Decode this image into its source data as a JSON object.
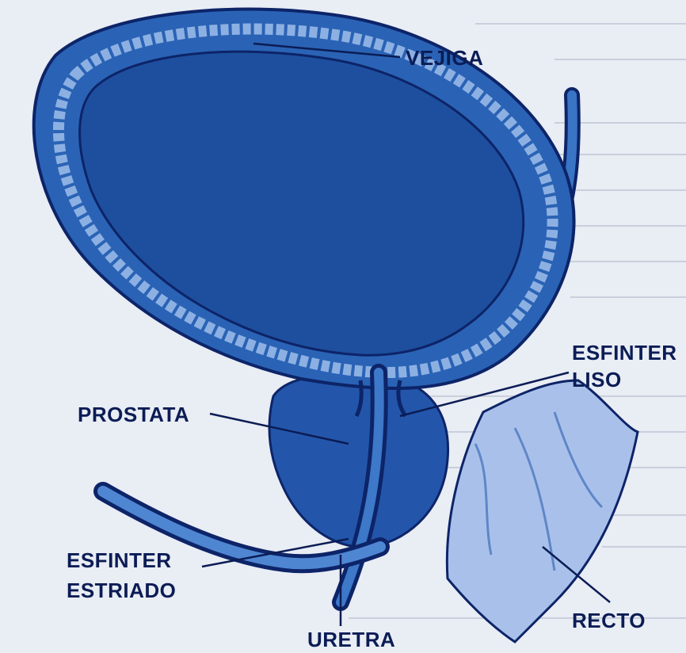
{
  "labels": {
    "vejiga": "VEJIGA",
    "esfinter_liso_1": "ESFINTER",
    "esfinter_liso_2": "LISO",
    "prostata": "PROSTATA",
    "esfinter_estriado_1": "ESFINTER",
    "esfinter_estriado_2": "ESTRIADO",
    "uretra": "URETRA",
    "recto": "RECTO"
  },
  "colors": {
    "bladder_wall": "#2a63b5",
    "bladder_lumen": "#1e4f9f",
    "wall_stripe": "#8db0e3",
    "outline": "#0d2468",
    "leader": "#0b1c55",
    "rectum": "#a9c1ea",
    "background": "#e9edf4"
  }
}
